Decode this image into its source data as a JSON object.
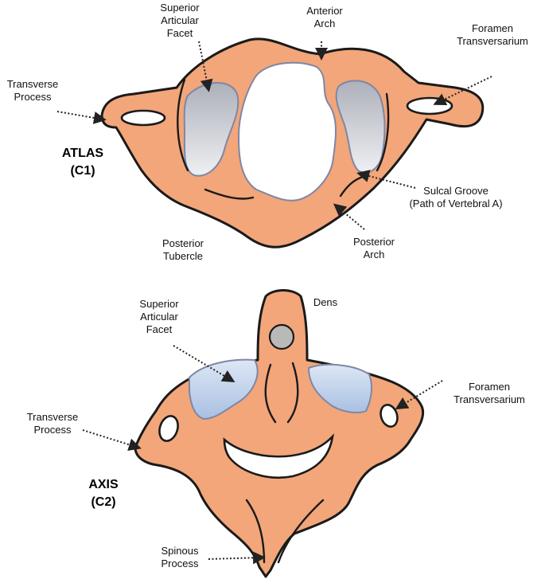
{
  "colors": {
    "bone": "#f2a679",
    "outline": "#1a1a1a",
    "facet_atlas": "#c9cbd3",
    "facet_axis": "#c0d2ea",
    "foramen": "#ffffff",
    "dens_tip": "#b9b9b9"
  },
  "atlas": {
    "title": "ATLAS\n(C1)",
    "labels": {
      "superior_articular_facet": "Superior\nArticular\nFacet",
      "anterior_arch": "Anterior\nArch",
      "foramen_transversarium": "Foramen\nTransversarium",
      "transverse_process": "Transverse\nProcess",
      "sulcal_groove": "Sulcal Groove\n(Path of Vertebral A)",
      "posterior_tubercle": "Posterior\nTubercle",
      "posterior_arch": "Posterior\nArch"
    }
  },
  "axis": {
    "title": "AXIS\n(C2)",
    "labels": {
      "superior_articular_facet": "Superior\nArticular\nFacet",
      "dens": "Dens",
      "foramen_transversarium": "Foramen\nTransversarium",
      "transverse_process": "Transverse\nProcess",
      "spinous_process": "Spinous\nProcess"
    }
  }
}
